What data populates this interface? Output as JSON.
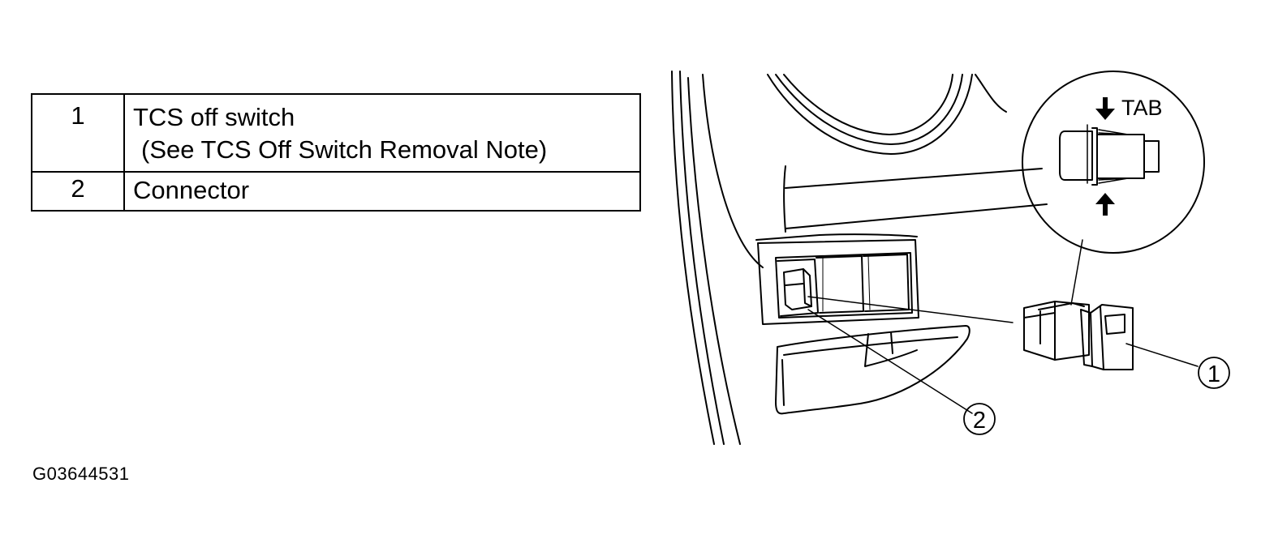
{
  "legend": {
    "rows": [
      {
        "number": "1",
        "line1": "TCS off switch",
        "line2": "(See TCS Off Switch Removal Note)"
      },
      {
        "number": "2",
        "line1": "Connector"
      }
    ]
  },
  "diagram": {
    "detail_label": "TAB",
    "callouts": [
      "1",
      "2"
    ]
  },
  "figure_id": "G03644531"
}
